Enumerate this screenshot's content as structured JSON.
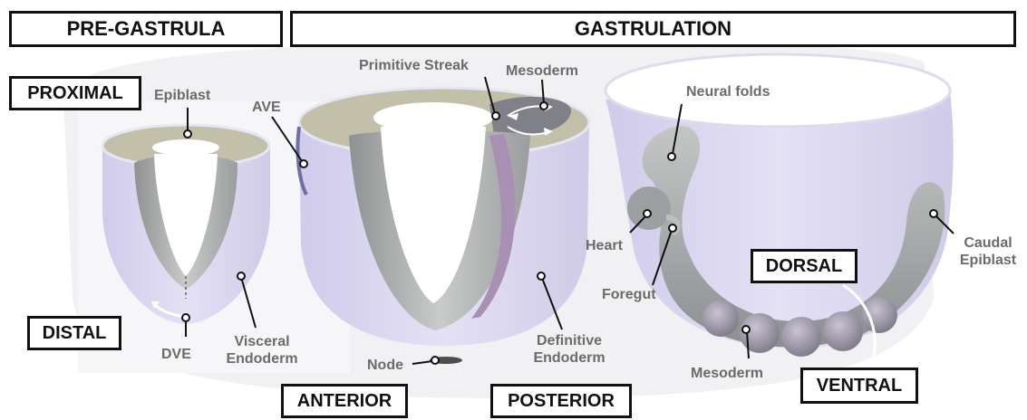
{
  "stages": {
    "pre_gastrula": "PRE-GASTRULA",
    "gastrulation": "GASTRULATION"
  },
  "axes": {
    "proximal": "PROXIMAL",
    "distal": "DISTAL",
    "anterior": "ANTERIOR",
    "posterior": "POSTERIOR",
    "dorsal": "DORSAL",
    "ventral": "VENTRAL"
  },
  "labels": {
    "epiblast": "Epiblast",
    "ave": "AVE",
    "dve": "DVE",
    "visceral_endoderm_1": "Visceral",
    "visceral_endoderm_2": "Endoderm",
    "primitive_streak": "Primitive Streak",
    "mesoderm_top": "Mesoderm",
    "node": "Node",
    "definitive_endoderm_1": "Definitive",
    "definitive_endoderm_2": "Endoderm",
    "neural_folds": "Neural folds",
    "heart": "Heart",
    "foregut": "Foregut",
    "caudal_epiblast_1": "Caudal",
    "caudal_epiblast_2": "Epiblast",
    "mesoderm_bottom": "Mesoderm"
  },
  "colors": {
    "frame_border": "#111111",
    "label_text": "#6b6b6b",
    "endoderm_lavender": "#d9d5ef",
    "epiblast_khaki": "#c2c0a8",
    "mesoderm_gray": "#8a8a92",
    "tissue_gray": "#a8abab"
  }
}
